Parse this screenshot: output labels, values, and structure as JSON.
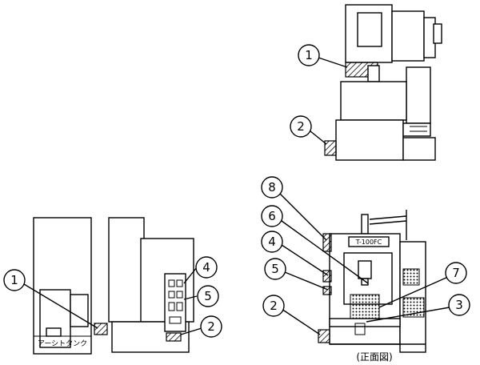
{
  "callouts": {
    "top": {
      "one": "1",
      "two": "2"
    },
    "left": {
      "one": "1",
      "two": "2",
      "four": "4",
      "five": "5"
    },
    "right": {
      "eight": "8",
      "six": "6",
      "four": "4",
      "five": "5",
      "two": "2",
      "seven": "7",
      "three": "3"
    }
  },
  "labels": {
    "tank_label": "アーシトタンク",
    "model_label": "T-100FC",
    "front_view_label": "(正面図)"
  }
}
